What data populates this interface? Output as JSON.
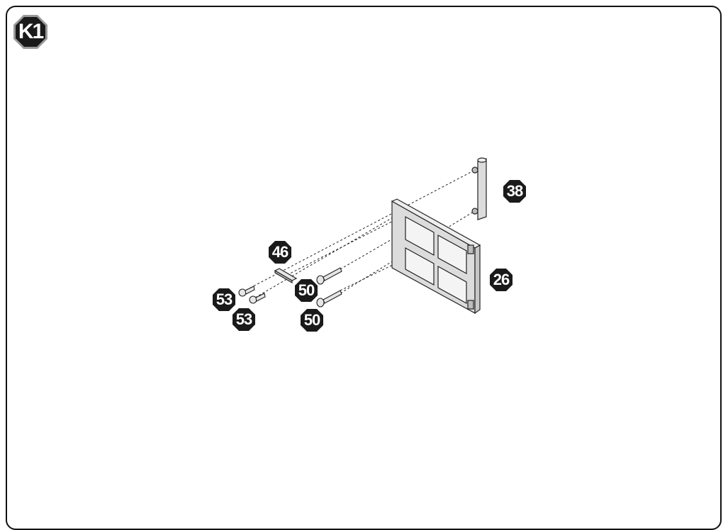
{
  "step": {
    "label": "K1"
  },
  "parts": {
    "p38": "38",
    "p46": "46",
    "p26": "26",
    "p53a": "53",
    "p53b": "53",
    "p50a": "50",
    "p50b": "50"
  },
  "colors": {
    "badge": "#1a1a1a",
    "badge_ring": "#9a9a9a",
    "line": "#222222",
    "panel": "#dcdcdc"
  }
}
